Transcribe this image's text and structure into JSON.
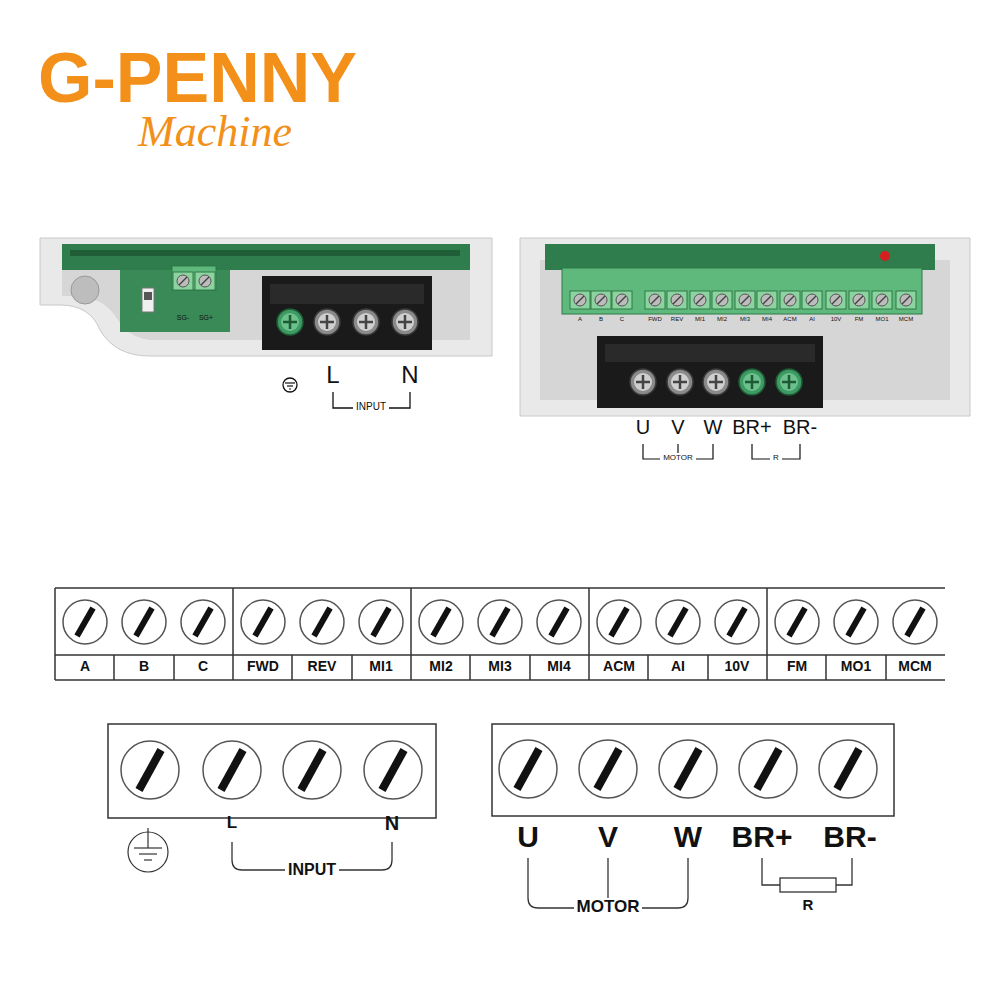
{
  "diagram": {
    "title": "G-PENNY",
    "labels": [
      "Machine",
      "SG-",
      "SG+",
      "L",
      "N",
      "INPUT",
      "A",
      "B",
      "C",
      "FWD",
      "REV",
      "MI1",
      "MI2",
      "MI3",
      "MI4",
      "ACM",
      "AI",
      "10V",
      "FM",
      "MO1",
      "MCM",
      "U",
      "V",
      "W",
      "BR+",
      "BR-",
      "MOTOR",
      "R",
      "A",
      "B",
      "C",
      "FWD",
      "REV",
      "MI1",
      "MI2",
      "MI3",
      "MI4",
      "ACM",
      "AI",
      "10V",
      "FM",
      "MO1",
      "MCM",
      "L",
      "N",
      "INPUT",
      "U",
      "V",
      "W",
      "BR+",
      "BR-",
      "MOTOR",
      "R"
    ]
  }
}
